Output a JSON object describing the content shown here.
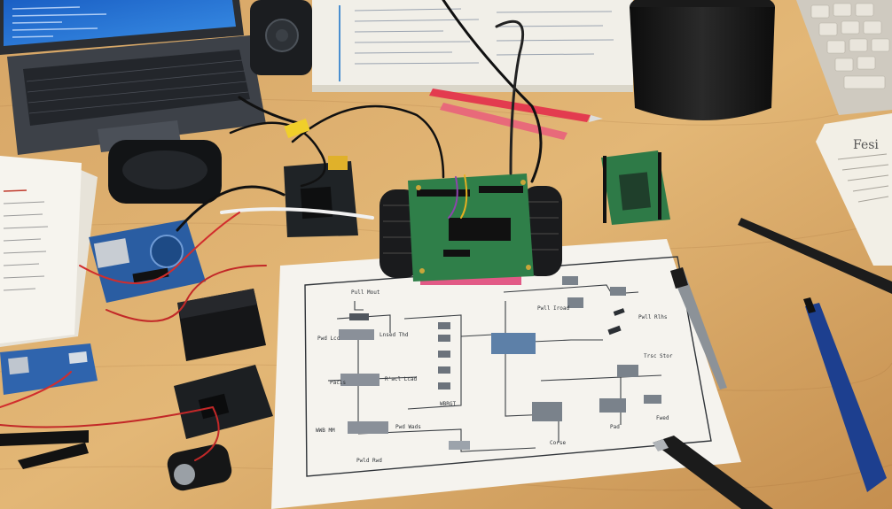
{
  "scene": {
    "alt": "Hobby electronics workbench with a small tracked robot, several microcontroller boards, a laptop, wires, pens and a printed schematic diagram on a wooden desk",
    "colors": {
      "desk": "#c99a5b",
      "desk_light": "#e2b879",
      "pcb_green": "#2f7a4a",
      "arduino_blue": "#2d5fa3",
      "paper": "#f4f2ec",
      "laptop": "#3a3d44",
      "screen": "#1f6fd1"
    }
  },
  "schematic": {
    "labels": {
      "top_center": "Pull Mout",
      "left_1": "Pwd Lcc",
      "left_1b": "Lnsed Thd",
      "left_2": "Pacis",
      "mid_right": "R'acl  Lcad",
      "center_bottom": "WBRGT",
      "right_top_1": "Pwll Iroad",
      "right_top_2": "Pwll Rlhs",
      "right_mid": "Trsc Stor",
      "bottom_left_1": "WWB MM",
      "bottom_left_2": "Pwd Wads",
      "bottom_left_3": "Pwld Rwd",
      "bottom_center": "Corse",
      "bottom_right_1": "Pad",
      "bottom_right_2": "Fwed"
    }
  },
  "note_right": {
    "title": "Fesi"
  }
}
